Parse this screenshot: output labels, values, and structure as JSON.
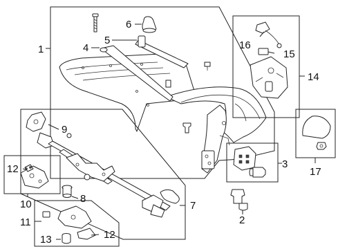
{
  "callouts": [
    {
      "id": "1",
      "text": "1"
    },
    {
      "id": "2",
      "text": "2"
    },
    {
      "id": "3",
      "text": "3"
    },
    {
      "id": "4",
      "text": "4"
    },
    {
      "id": "5",
      "text": "5"
    },
    {
      "id": "6",
      "text": "6"
    },
    {
      "id": "7",
      "text": "7"
    },
    {
      "id": "8",
      "text": "8"
    },
    {
      "id": "9",
      "text": "9"
    },
    {
      "id": "10",
      "text": "10"
    },
    {
      "id": "11",
      "text": "11"
    },
    {
      "id": "12a",
      "text": "12"
    },
    {
      "id": "12b",
      "text": "12"
    },
    {
      "id": "13",
      "text": "13"
    },
    {
      "id": "14",
      "text": "14"
    },
    {
      "id": "15",
      "text": "15"
    },
    {
      "id": "16",
      "text": "16"
    },
    {
      "id": "17",
      "text": "17"
    }
  ]
}
